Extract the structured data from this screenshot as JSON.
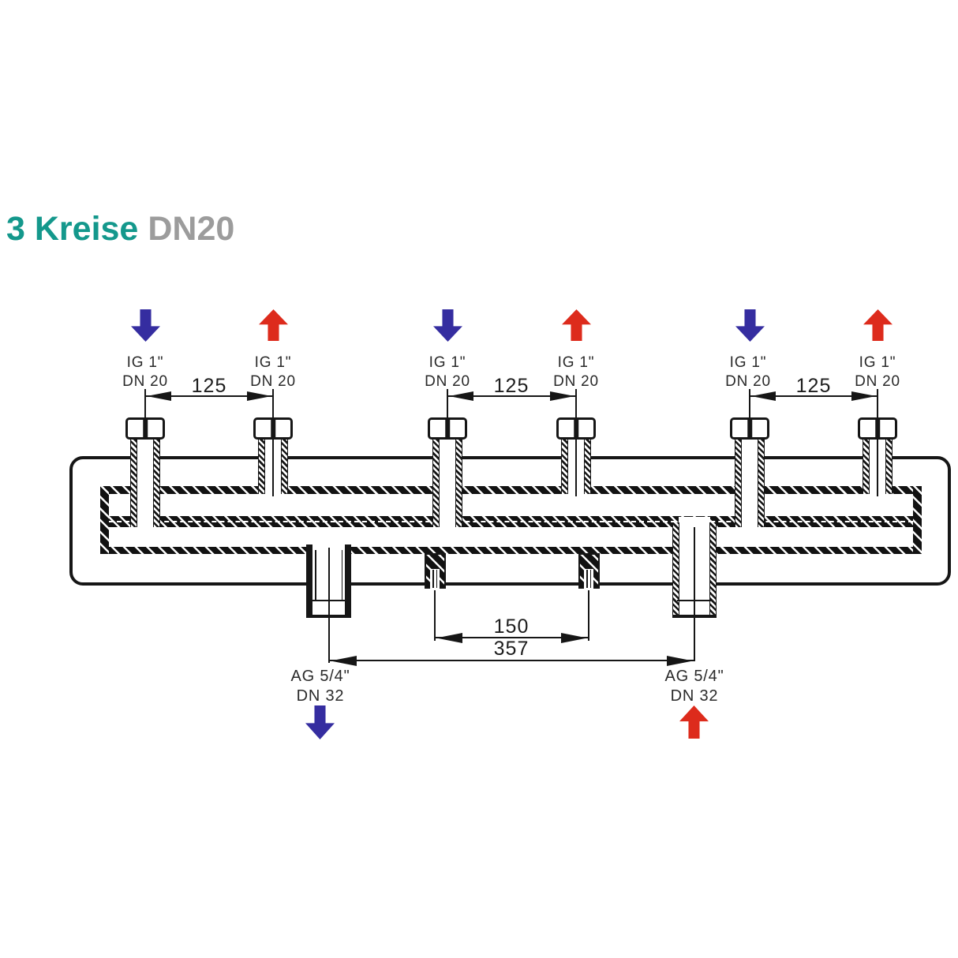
{
  "title": {
    "part1": "3 Kreise",
    "part2": "DN20"
  },
  "colors": {
    "title_accent": "#14988c",
    "title_gray": "#9c9c9c",
    "flow_down_blue": "#352da0",
    "flow_up_red": "#dd2b1c",
    "line_black": "#161616"
  },
  "circuits": [
    {
      "flow": "down",
      "label_line1": "IG 1\"",
      "label_line2": "DN 20"
    },
    {
      "flow": "up",
      "label_line1": "IG 1\"",
      "label_line2": "DN 20"
    },
    {
      "flow": "down",
      "label_line1": "IG 1\"",
      "label_line2": "DN 20"
    },
    {
      "flow": "up",
      "label_line1": "IG 1\"",
      "label_line2": "DN 20"
    },
    {
      "flow": "down",
      "label_line1": "IG 1\"",
      "label_line2": "DN 20"
    },
    {
      "flow": "up",
      "label_line1": "IG 1\"",
      "label_line2": "DN 20"
    }
  ],
  "top_dimensions": [
    {
      "value": "125"
    },
    {
      "value": "125"
    },
    {
      "value": "125"
    }
  ],
  "bottom_ports": [
    {
      "flow": "down",
      "label_line1": "AG 5/4\"",
      "label_line2": "DN 32"
    },
    {
      "flow": "up",
      "label_line1": "AG 5/4\"",
      "label_line2": "DN 32"
    }
  ],
  "bottom_dimensions": [
    {
      "value": "150"
    },
    {
      "value": "357"
    }
  ]
}
